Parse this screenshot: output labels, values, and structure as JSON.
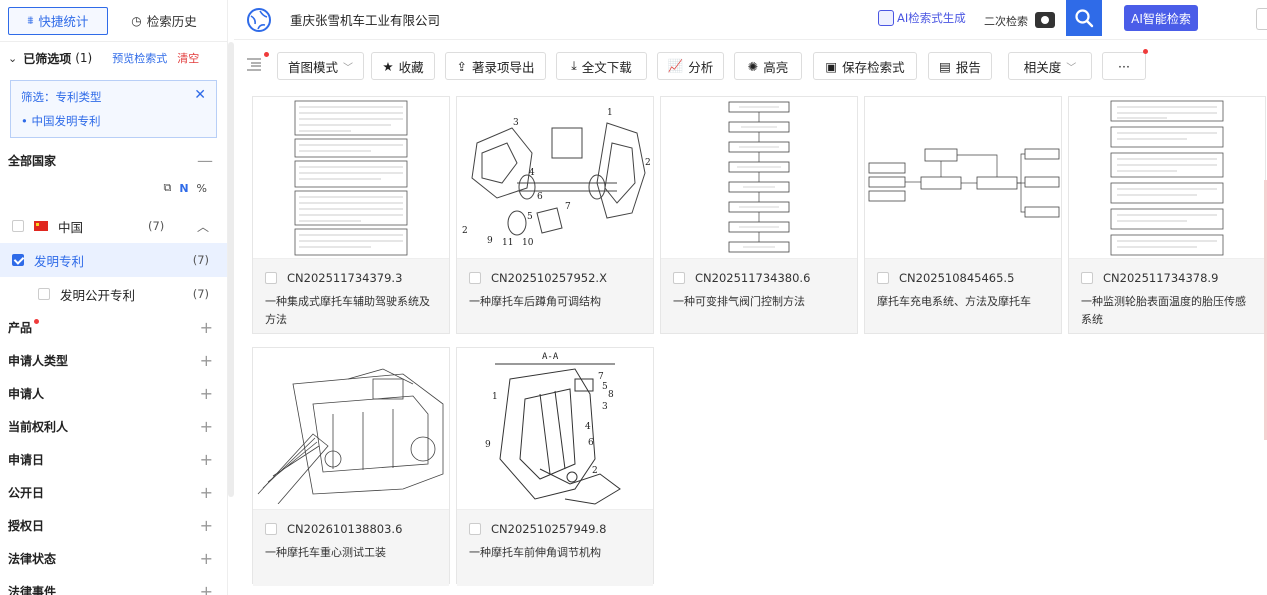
{
  "sidebar": {
    "tab_quick": "快捷统计",
    "tab_history": "检索历史",
    "selected_label": "已筛选项",
    "selected_count": "(1)",
    "preview_link": "预览检索式",
    "clear_link": "清空",
    "filter_title": "筛选：专利类型",
    "filter_value": "中国发明专利",
    "countries_title": "全部国家",
    "opt_n": "N",
    "opt_pct": "%",
    "china_label": "中国",
    "china_count": "(7)",
    "invention_label": "发明专利",
    "invention_count": "(7)",
    "invention_pub_label": "发明公开专利",
    "invention_pub_count": "(7)",
    "sections": [
      "产品",
      "申请人类型",
      "申请人",
      "当前权利人",
      "申请日",
      "公开日",
      "授权日",
      "法律状态",
      "法律事件"
    ]
  },
  "topbar": {
    "company": "重庆张雪机车工业有限公司",
    "ai_gen": "AI检索式生成",
    "secondary_search": "二次检索",
    "ai_search": "AI智能检索"
  },
  "toolbar": {
    "mode": "首图模式",
    "favorite": "收藏",
    "export": "著录项导出",
    "download": "全文下载",
    "analyze": "分析",
    "highlight": "高亮",
    "save_query": "保存检索式",
    "report": "报告",
    "sort": "相关度",
    "more": "···"
  },
  "results": [
    {
      "id": "CN202511734379.3",
      "title": "一种集成式摩托车辅助驾驶系统及方法"
    },
    {
      "id": "CN202510257952.X",
      "title": "一种摩托车后蹲角可调结构"
    },
    {
      "id": "CN202511734380.6",
      "title": "一种可变排气阀门控制方法"
    },
    {
      "id": "CN202510845465.5",
      "title": "摩托车充电系统、方法及摩托车"
    },
    {
      "id": "CN202511734378.9",
      "title": "一种监测轮胎表面温度的胎压传感系统"
    },
    {
      "id": "CN202610138803.6",
      "title": "一种摩托车重心测试工装"
    },
    {
      "id": "CN202510257949.8",
      "title": "一种摩托车前伸角调节机构"
    }
  ],
  "drawing_labels": {
    "section_aa": "A-A"
  },
  "colors": {
    "primary": "#2f6be8",
    "ai": "#4a5de8",
    "danger": "#ef3b3b"
  }
}
